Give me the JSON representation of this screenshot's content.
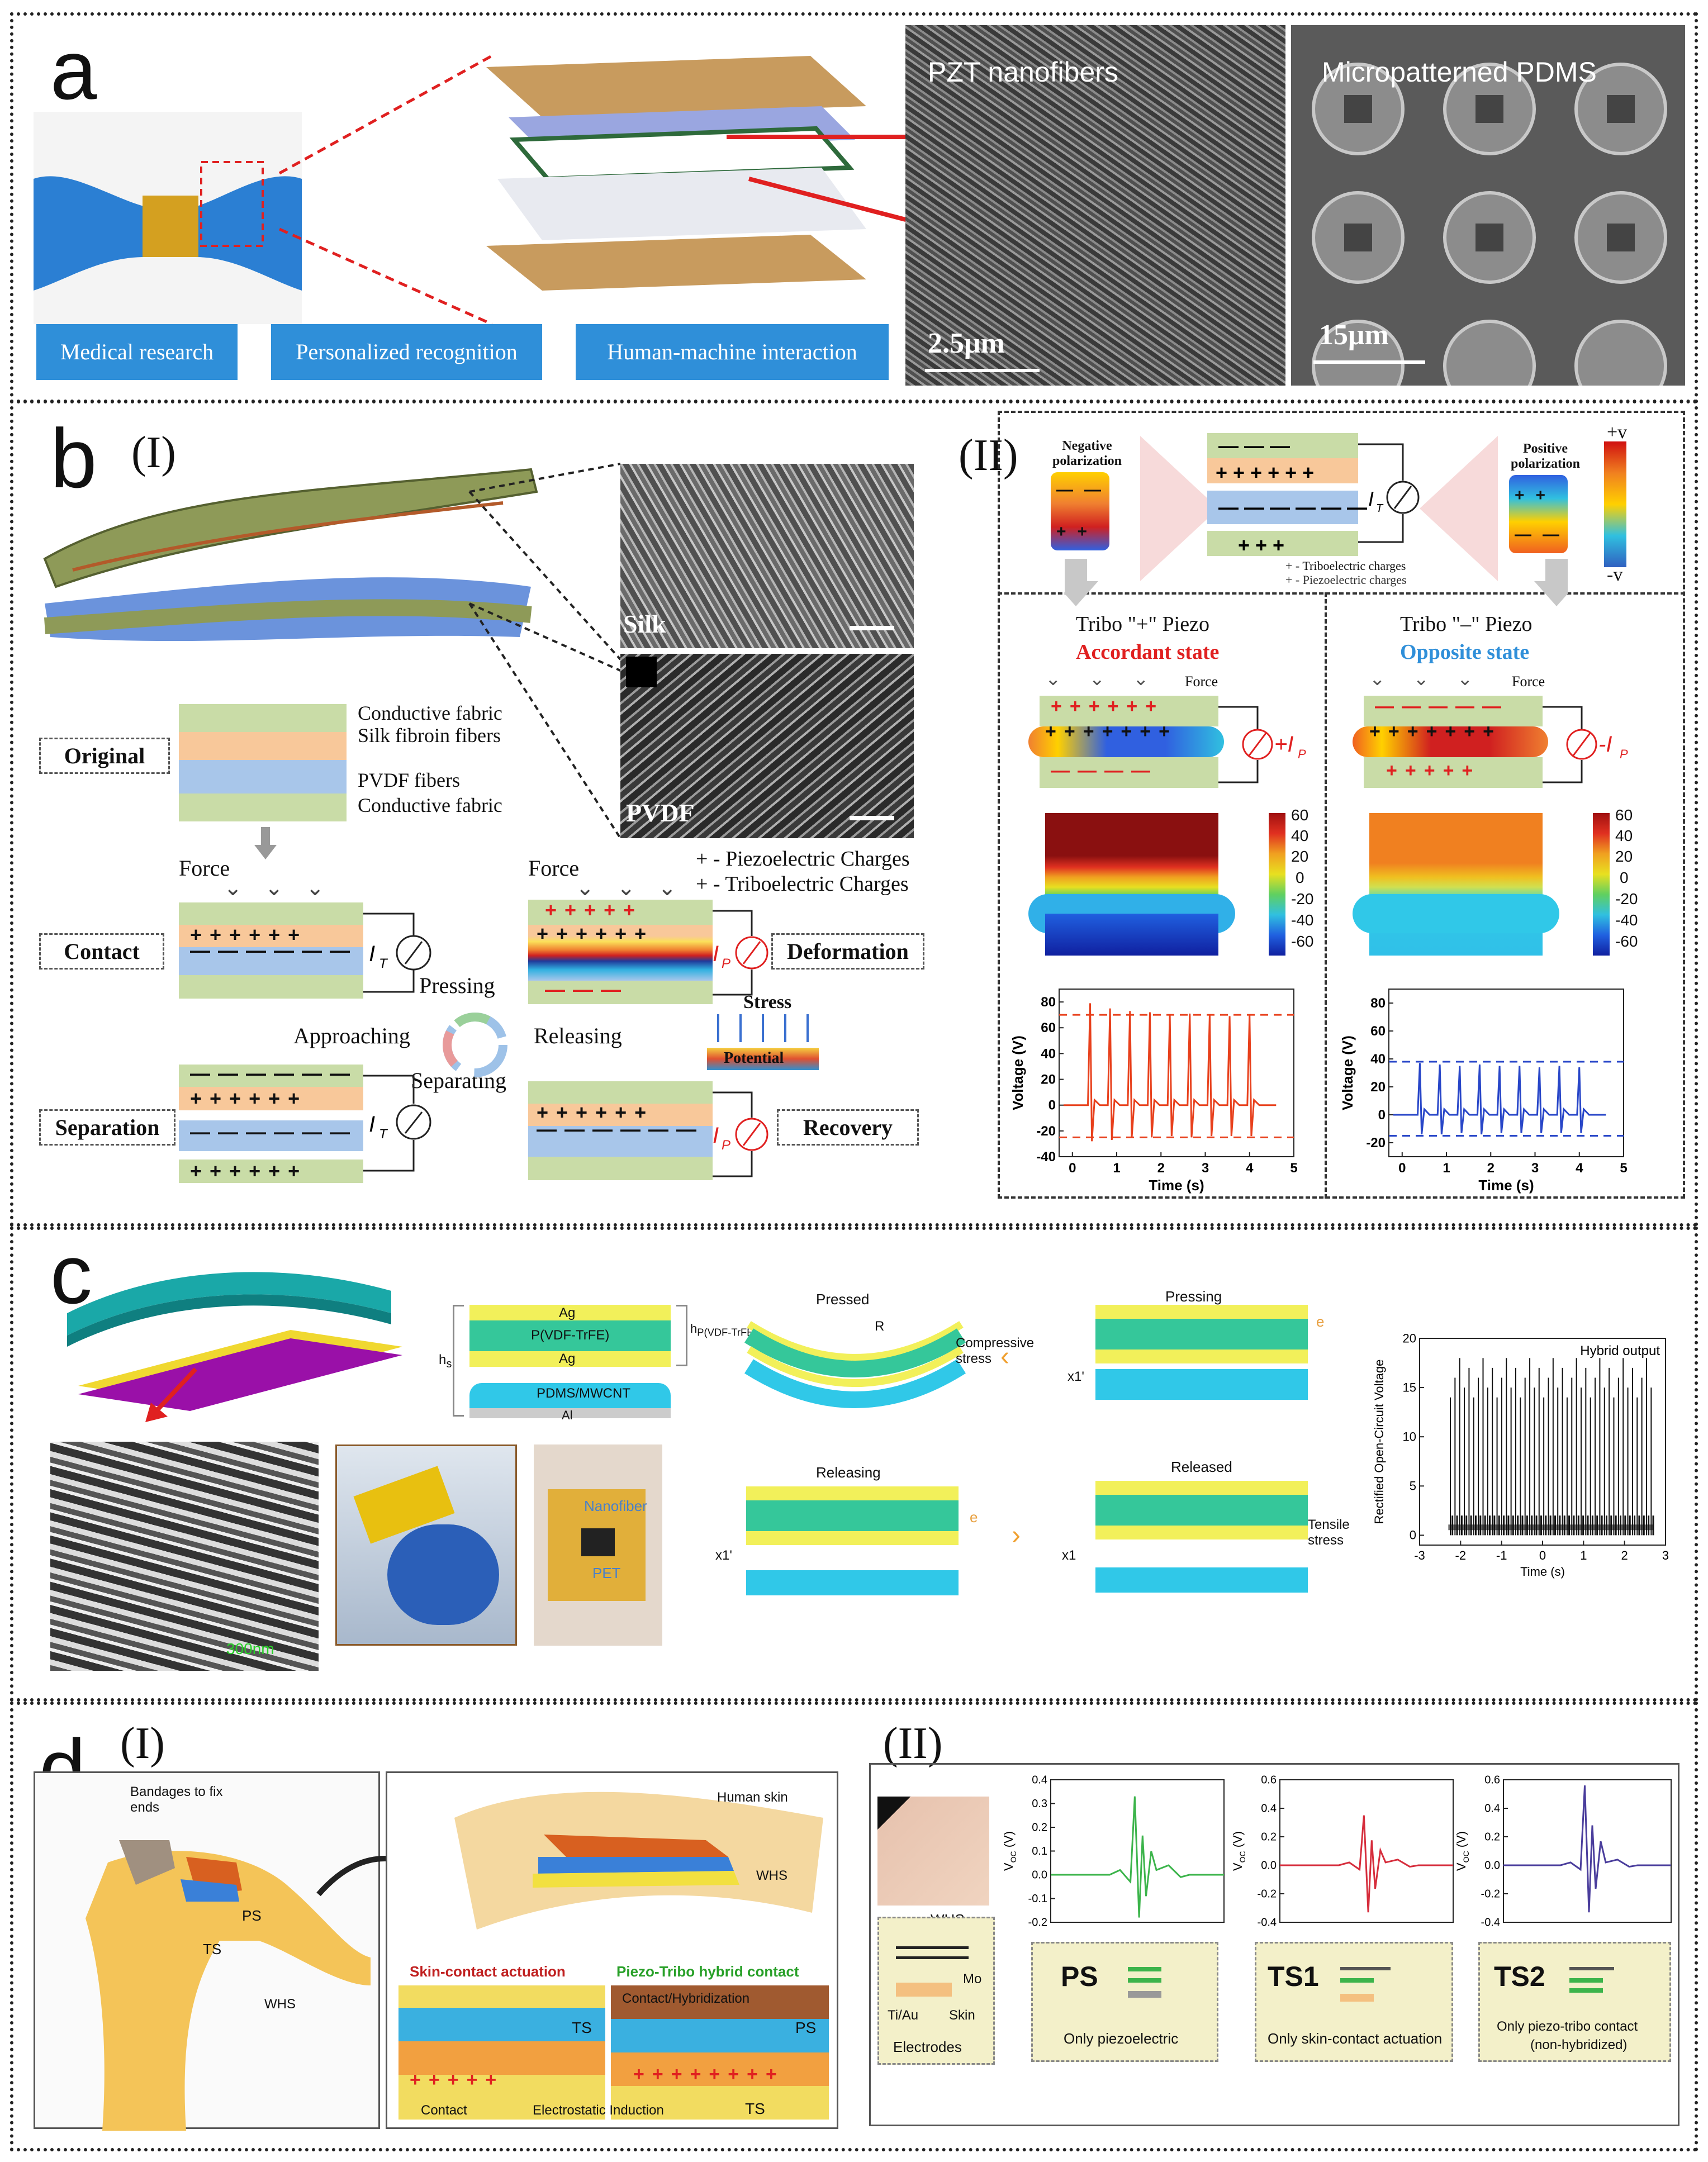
{
  "panels": {
    "a": {
      "letter": "a",
      "sem_left_label": "PZT nanofibers",
      "sem_right_label": "Micropatterned PDMS",
      "scale_left": "2.5μm",
      "scale_right": "15μm",
      "tags": [
        "Medical research",
        "Personalized recognition",
        "Human-machine interaction"
      ]
    },
    "b": {
      "letter": "b",
      "sub_I": "(I)",
      "sub_II": "(II)",
      "sem_top_label": "Silk",
      "sem_bottom_label": "PVDF",
      "original_label": "Original",
      "layers": [
        "Conductive fabric",
        "Silk fibroin fibers",
        "PVDF fibers",
        "Conductive fabric"
      ],
      "force": "Force",
      "contact": "Contact",
      "separation": "Separation",
      "deformation": "Deformation",
      "recovery": "Recovery",
      "pressing": "Pressing",
      "separating": "Separating",
      "approaching": "Approaching",
      "releasing": "Releasing",
      "stress": "Stress",
      "potential": "Potential",
      "piezo_legend": "+ - Piezoelectric Charges",
      "tribo_legend": "+ - Triboelectric Charges",
      "it": "I",
      "it_sub": "T",
      "ip_sub": "P",
      "neg_pol": "Negative polarization",
      "pos_pol": "Positive polarization",
      "plus_v": "+v",
      "minus_v": "-v",
      "tribo_charges": "+ - Triboelectric charges",
      "piezo_charges": "+ - Piezoelectric charges",
      "tribo_plus": "Tribo \"+\" Piezo",
      "tribo_minus": "Tribo \"–\" Piezo",
      "accordant": "Accordant state",
      "opposite": "Opposite state",
      "force_small": "Force",
      "colorbar_ticks": [
        "60",
        "40",
        "20",
        "0",
        "-20",
        "-40",
        "-60"
      ]
    },
    "c": {
      "letter": "c",
      "layer_labels": [
        "Ag",
        "P(VDF-TrFE)",
        "Ag",
        "PDMS/MWCNT",
        "Al"
      ],
      "hs": "h",
      "hs_sub": "s",
      "hp": "h",
      "hp_sub": "P(VDF-TrFE)",
      "pressed": "Pressed",
      "r": "R",
      "compressive": "Compressive stress",
      "pressing": "Pressing",
      "releasing": "Releasing",
      "released": "Released",
      "tensile": "Tensile stress",
      "x1p": "x1'",
      "x1": "x1",
      "e": "e",
      "hybrid_output": "Hybrid output",
      "nanofiber": "Nanofiber",
      "pet": "PET",
      "sem_scale": "300nm"
    },
    "d": {
      "letter": "d",
      "sub_I": "(I)",
      "sub_II": "(II)",
      "bandages": "Bandages to fix ends",
      "ps": "PS",
      "ts": "TS",
      "whs": "WHS",
      "human_skin": "Human skin",
      "skin_contact": "Skin-contact actuation",
      "hybrid_contact": "Piezo-Tribo hybrid contact",
      "contact_hyb": "Contact/Hybridization",
      "contact": "Contact",
      "electrostatic": "Electrostatic Induction",
      "mo": "Mo",
      "tiau": "Ti/Au",
      "skin": "Skin",
      "electrodes": "Electrodes",
      "ts1": "TS1",
      "ts2": "TS2",
      "only_piezo": "Only piezoelectric",
      "only_skin": "Only skin-contact actuation",
      "only_piezo_tribo": "Only piezo-tribo contact",
      "non_hybrid": "(non-hybridized)",
      "voc_label": "V",
      "voc_sub": "OC",
      "voc_unit": " (V)"
    }
  },
  "chart_data": [
    {
      "type": "line",
      "id": "b-accordant-voltage",
      "xlabel": "Time (s)",
      "ylabel": "Voltage (V)",
      "xlim": [
        -0.3,
        5
      ],
      "ylim": [
        -40,
        90
      ],
      "xticks": [
        0,
        1,
        2,
        3,
        4,
        5
      ],
      "yticks": [
        -40,
        -20,
        0,
        20,
        40,
        60,
        80
      ],
      "dashed_levels": [
        70,
        -25
      ],
      "color": "#e8401c",
      "peak_times": [
        0.4,
        0.85,
        1.3,
        1.75,
        2.2,
        2.65,
        3.1,
        3.55,
        4.0
      ],
      "peak_values": [
        79,
        75,
        73,
        72,
        70,
        71,
        70,
        69,
        70
      ],
      "trough_values": [
        -28,
        -27,
        -25,
        -25,
        -24,
        -25,
        -24,
        -24,
        -24
      ],
      "baseline": 0
    },
    {
      "type": "line",
      "id": "b-opposite-voltage",
      "xlabel": "Time (s)",
      "ylabel": "Voltage (V)",
      "xlim": [
        -0.3,
        5
      ],
      "ylim": [
        -30,
        90
      ],
      "xticks": [
        0,
        1,
        2,
        3,
        4,
        5
      ],
      "yticks": [
        -20,
        0,
        20,
        40,
        60,
        80
      ],
      "dashed_levels": [
        38,
        -15
      ],
      "color": "#2846c8",
      "peak_times": [
        0.4,
        0.85,
        1.3,
        1.75,
        2.2,
        2.65,
        3.1,
        3.55,
        4.0
      ],
      "peak_values": [
        37,
        36,
        35,
        36,
        35,
        35,
        34,
        35,
        34
      ],
      "trough_values": [
        -14,
        -14,
        -13,
        -14,
        -13,
        -13,
        -13,
        -13,
        -13
      ],
      "baseline": 0
    },
    {
      "type": "line",
      "id": "c-hybrid-output",
      "xlabel": "Time (s)",
      "ylabel": "Rectified Open-Circuit Voltage",
      "legend": "Hybrid output",
      "xlim": [
        -3,
        3
      ],
      "ylim": [
        -1,
        20
      ],
      "xticks": [
        -3,
        -2,
        -1,
        0,
        1,
        2,
        3
      ],
      "yticks": [
        0,
        5,
        10,
        15,
        20
      ],
      "color": "#111111",
      "peak_value_range": [
        14,
        18
      ],
      "pulse_count": 44
    },
    {
      "type": "line",
      "id": "d-ps",
      "ylabel": "VOC (V)",
      "ylim": [
        -0.2,
        0.4
      ],
      "yticks": [
        -0.2,
        -0.1,
        0.0,
        0.1,
        0.2,
        0.3,
        0.4
      ],
      "color": "#3cb44b",
      "peak": 0.33,
      "trough": -0.18
    },
    {
      "type": "line",
      "id": "d-ts1",
      "ylabel": "VOC (V)",
      "ylim": [
        -0.4,
        0.6
      ],
      "yticks": [
        -0.4,
        -0.2,
        0.0,
        0.2,
        0.4,
        0.6
      ],
      "color": "#d62d3c",
      "peak": 0.35,
      "trough": -0.33
    },
    {
      "type": "line",
      "id": "d-ts2",
      "ylabel": "VOC (V)",
      "ylim": [
        -0.4,
        0.6
      ],
      "yticks": [
        -0.4,
        -0.2,
        0.0,
        0.2,
        0.4,
        0.6
      ],
      "color": "#4a3d9c",
      "peak": 0.56,
      "trough": -0.33
    }
  ]
}
